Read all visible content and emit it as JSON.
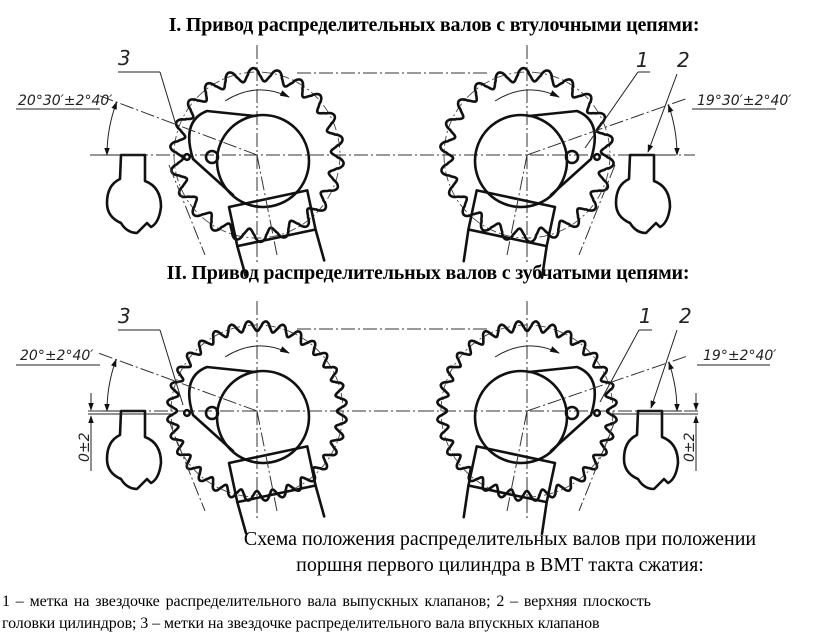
{
  "titles": {
    "section1": "I. Привод распределительных валов с втулочными цепями:",
    "section2": "II. Привод распределительных валов с зубчатыми цепями:"
  },
  "diagrams": {
    "section1": {
      "left": {
        "angle_label": "20°30′±2°40′",
        "callout": "3",
        "teeth": 22
      },
      "right": {
        "angle_label": "19°30′±2°40′",
        "callouts": [
          "1",
          "2"
        ],
        "teeth": 22
      }
    },
    "section2": {
      "left": {
        "angle_label": "20°±2°40′",
        "callout": "3",
        "offset_label": "0±2",
        "teeth": 32
      },
      "right": {
        "angle_label": "19°±2°40′",
        "callouts": [
          "1",
          "2"
        ],
        "offset_label": "0±2",
        "teeth": 32
      }
    }
  },
  "caption": {
    "line1": "Схема положения распределительных валов при положении",
    "line2": "поршня первого цилиндра в ВМТ такта сжатия:"
  },
  "legend": {
    "line1": "1 – метка на звездочке распределительного вала выпускных клапанов; 2 – верхняя плоскость",
    "line2": "головки цилиндров; 3 – метки на звездочке распределительного вала впускных клапанов"
  }
}
